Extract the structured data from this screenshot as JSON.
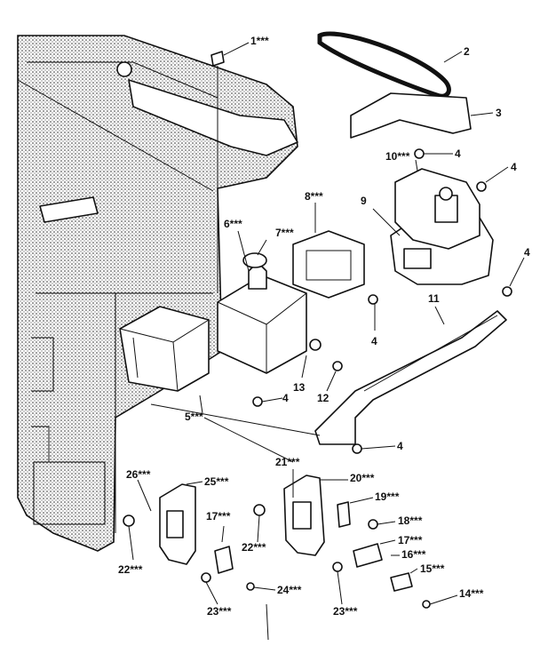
{
  "labels": {
    "l1": "1***",
    "l2": "2",
    "l3": "3",
    "l4a": "4",
    "l4b": "4",
    "l4c": "4",
    "l4d": "4",
    "l4e": "4",
    "l4f": "4",
    "l5": "5***",
    "l6": "6***",
    "l7": "7***",
    "l8": "8***",
    "l9": "9",
    "l10": "10***",
    "l11": "11",
    "l12": "12",
    "l13": "13",
    "l14": "14***",
    "l15": "15***",
    "l16": "16***",
    "l17a": "17***",
    "l17b": "17***",
    "l18": "18***",
    "l19": "19***",
    "l20": "20***",
    "l21": "21***",
    "l22a": "22***",
    "l22b": "22***",
    "l23a": "23***",
    "l23b": "23***",
    "l24": "24***",
    "l25": "25***",
    "l26": "26***"
  }
}
